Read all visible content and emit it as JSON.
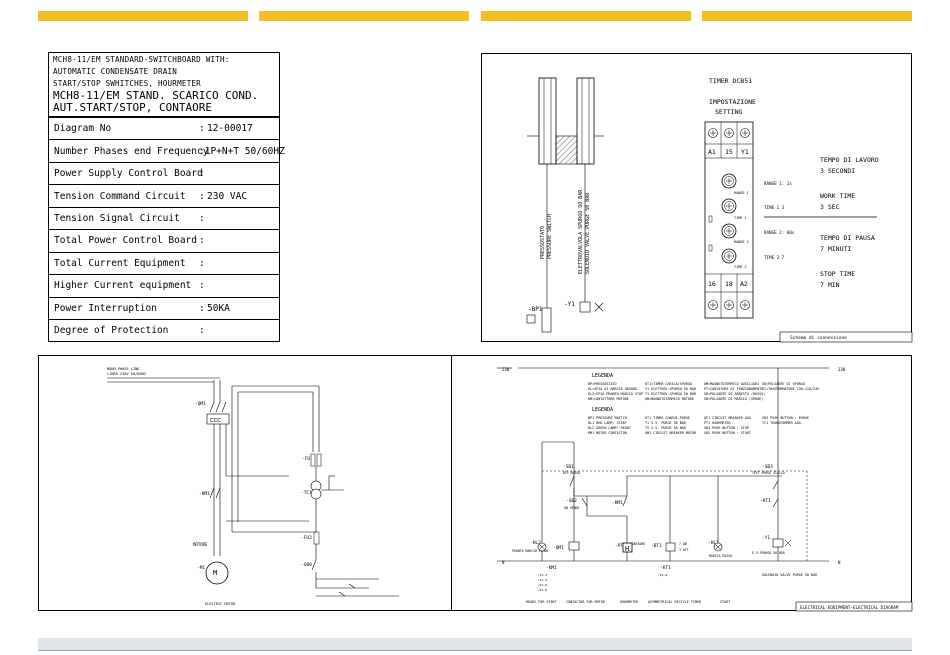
{
  "header_bars": [
    "#f5be22",
    "#f5be22",
    "#f5be22",
    "#f5be22"
  ],
  "spec_table": {
    "title_lines": [
      "MCH8-11/EM STANDARD-SWITCHBOARD WITH:",
      "AUTOMATIC CONDENSATE DRAIN",
      "START/STOP SWHITCHES, HOURMETER"
    ],
    "subtitle_lines": [
      "MCH8-11/EM STAND. SCARICO COND.",
      "AUT.START/STOP, CONTAORE"
    ],
    "rows": [
      {
        "label": "Diagram No",
        "value": "12-00017"
      },
      {
        "label": "Number Phases end Frequency",
        "value": "1P+N+T 50/60HZ"
      },
      {
        "label": "Power Supply Control Board",
        "value": ""
      },
      {
        "label": "Tension Command  Circuit",
        "value": "230 VAC"
      },
      {
        "label": "Tension Signal Circuit",
        "value": ""
      },
      {
        "label": "Total Power Control Board",
        "value": ""
      },
      {
        "label": "Total Current Equipment",
        "value": ""
      },
      {
        "label": "Higher Current equipment",
        "value": ""
      },
      {
        "label": "Power Interruption",
        "value": "50KA"
      },
      {
        "label": "Degree of Protection",
        "value": ""
      }
    ]
  },
  "timer": {
    "title": "TIMER DCB51",
    "setting_lines": [
      "IMPOSTAZIONE",
      "SETTING"
    ],
    "top_terminals": [
      "A1",
      "15",
      "Y1"
    ],
    "bottom_terminals": [
      "16",
      "18",
      "A2"
    ],
    "range1": "RANGE 1:   1s",
    "time1": "TIME 1       3",
    "range2": "RANGE 2:   60s",
    "time2": "TIME 2       7",
    "dial_labels": [
      "RANGE 1",
      "TIME 1",
      "RANGE 2",
      "TIME 2"
    ],
    "work_lines": [
      "TEMPO DI LAVORO",
      "3 SECONDI",
      "WORK TIME",
      "3 SEC"
    ],
    "pause_lines": [
      "TEMPO DI PAUSA",
      "7 MINUTI",
      "STOP TIME",
      "7 MIN"
    ],
    "caption": "Schema di connessione",
    "pressostato_lines": [
      "PRESSOSTATO",
      "PRESSURE SWITCH"
    ],
    "valve_lines": [
      "ELETTROVALVOLA SPURGO SO BAR",
      "SOLENOID VALVE PURGE 50 BAR"
    ],
    "tag_bp1": "-BP1",
    "tag_y1": "-Y1"
  },
  "power_diagram": {
    "supply_lines": [
      "MONO-PHASE LINE",
      "LINEA 230V 50/60HZ"
    ],
    "qm1": "-QM1",
    "km1": "-KM1",
    "fu1": "-FU1",
    "tc1": "-TC1",
    "fu2": "-FU2",
    "sb0": "-SB0",
    "motor_label": "MOTORE",
    "motor_tag": "-M1",
    "motor_caption": "ELECTRIC MOTOR"
  },
  "control_diagram": {
    "top_left": "230",
    "top_right": "230",
    "bot_left": "N",
    "bot_right": "N",
    "legend_title_1": "LEGENDA",
    "legend_title_2": "LEGENDA",
    "legend_it": [
      "BP=PRESSOSTATO",
      "KL=SPIA DI MARCIA ORGODO",
      "KL2=SPIA PRONTO MARCIA STOP",
      "KM=CONTATTORE MOTORE",
      "KT1=TIMER CARICA/SPURGO",
      "Y1 ELETTROV.SPURGO 50 BAR",
      "T1 ELETTROV.SPURGO 50 BAR",
      "QM=MAGNETOTERMICO MOTORE",
      "QM=MAGNETOTERMICO AUSILIARI",
      "PT=CONTATORE DI FUNZIONAMENTO",
      "SB=PULSANTE DI ARRESTO (ROSSO)",
      "SB=PULSANTE DI MARCIA (VERDE)",
      "SB=PULSANTE DI SPURGO",
      "TC=TRASFORMATORE 230-110/24V",
      "",
      ""
    ],
    "legend_en": [
      "BP1 PRESSURE SWITCH",
      "HL1 RED LAMP: START",
      "HL2 GREEN LAMP: READY",
      "KM1 MOTOR CONTACTOR",
      "KT1 TIMER CHARGE-PURGE",
      "T1 S.V. PURGE 50 BAR",
      "T5 S.V. PURGE 50 BAR",
      "QM1 CIRCUIT BREAKER MOTOR",
      "QF1 CIRCUIT BREAKER AUX",
      "PT1 HOURMETER",
      "SB1 PUSH BUTTON : STOP",
      "SB2 PUSH BUTTON : START",
      "SB3 PUSH BUTTON : PURGE",
      "TC1 TRANSFORMER AUX.",
      "",
      ""
    ],
    "sb1": "-SB1",
    "sb1_desc": "OFF ROSSO",
    "sb2": "-SB2",
    "sb2_desc": "ON VERDE",
    "sb3": "-SB3",
    "sb3_desc": "TEST PURGE GIALLO",
    "km1": "-KM1",
    "kt1": "-KT1",
    "hl2": "-HL2",
    "hl2_desc": "PRONTO MARCIA VERDE",
    "qm1": "-QM1",
    "pt1": "-PT1",
    "pt1_desc": "CONTAORE",
    "bt1": "-BT1",
    "bt1_desc": "7 ON",
    "bt1_desc2": "3 OFF",
    "hl1": "-HL1",
    "hl1_desc": "MARCIA ROSSO",
    "y1": "-Y1",
    "y1_desc": "E.V.SPURGO 50 BAR",
    "kt1b": "-KT1",
    "km1b": "-KM1",
    "bottom_labels": [
      "READY FOR START",
      "CONTACTOR FOR MOTOR",
      "HOURMETER",
      "ASYMMETRICAL RECYCLE TIMER",
      "START",
      "SOLENOID VALVE PURGE 50 BAR"
    ],
    "caption": "ELECTRICAL EQUIPMENT-ELECTRICAL DIAGRAM"
  }
}
